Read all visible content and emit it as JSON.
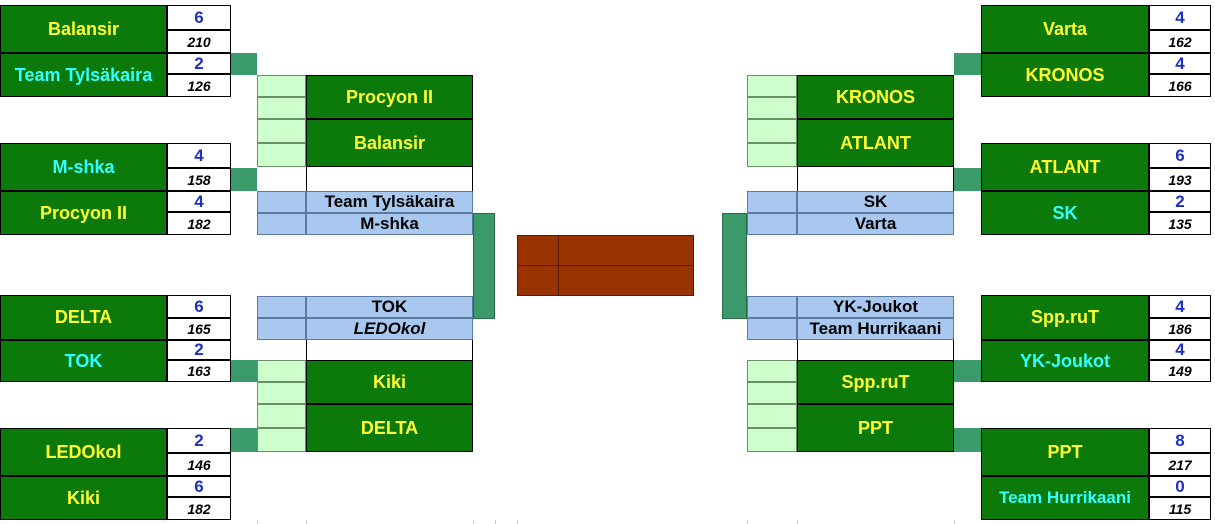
{
  "left_first_round": [
    {
      "team": "Balansir",
      "score": "6",
      "points": "210",
      "color": "yellow"
    },
    {
      "team": "Team Tylsäkaira",
      "score": "2",
      "points": "126",
      "color": "cyan"
    },
    {
      "team": "M-shka",
      "score": "4",
      "points": "158",
      "color": "cyan"
    },
    {
      "team": "Procyon II",
      "score": "4",
      "points": "182",
      "color": "yellow"
    },
    {
      "team": "DELTA",
      "score": "6",
      "points": "165",
      "color": "yellow"
    },
    {
      "team": "TOK",
      "score": "2",
      "points": "163",
      "color": "cyan"
    },
    {
      "team": "LEDOkol",
      "score": "2",
      "points": "146",
      "color": "yellow"
    },
    {
      "team": "Kiki",
      "score": "6",
      "points": "182",
      "color": "yellow"
    }
  ],
  "right_first_round": [
    {
      "team": "Varta",
      "score": "4",
      "points": "162",
      "color": "yellow"
    },
    {
      "team": "KRONOS",
      "score": "4",
      "points": "166",
      "color": "yellow"
    },
    {
      "team": "ATLANT",
      "score": "6",
      "points": "193",
      "color": "yellow"
    },
    {
      "team": "SK",
      "score": "2",
      "points": "135",
      "color": "cyan"
    },
    {
      "team": "Spp.ruT",
      "score": "4",
      "points": "186",
      "color": "yellow"
    },
    {
      "team": "YK-Joukot",
      "score": "4",
      "points": "149",
      "color": "cyan"
    },
    {
      "team": "PPT",
      "score": "8",
      "points": "217",
      "color": "yellow"
    },
    {
      "team": "Team Hurrikaani",
      "score": "0",
      "points": "115",
      "color": "cyan"
    }
  ],
  "left_second_round": [
    "Procyon II",
    "Balansir",
    "Kiki",
    "DELTA"
  ],
  "right_second_round": [
    "KRONOS",
    "ATLANT",
    "Spp.ruT",
    "PPT"
  ],
  "left_semis": [
    "Team Tylsäkaira",
    "M-shka",
    "TOK",
    "LEDOkol"
  ],
  "right_semis": [
    "SK",
    "Varta",
    "YK-Joukot",
    "Team Hurrikaani"
  ],
  "colors": {
    "green": "#0b7a0b",
    "yellow_text": "#ffff33",
    "cyan_text": "#33ffff",
    "score_text": "#1f2fbf",
    "light_green": "#ccffcc",
    "light_blue": "#a8c8f0",
    "final": "#993300",
    "connector": "#3a9a6a"
  }
}
